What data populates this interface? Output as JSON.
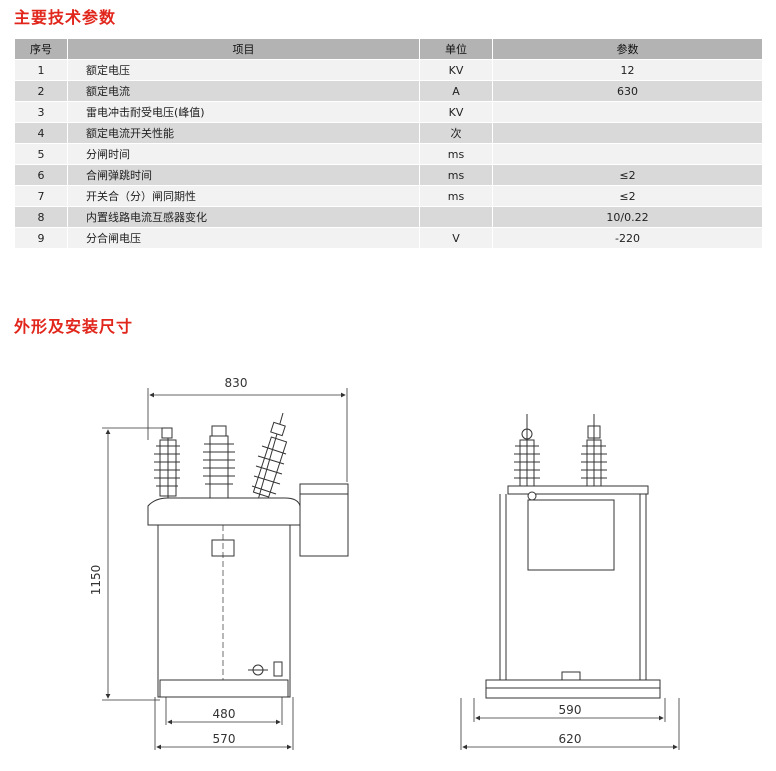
{
  "section1_title": "主要技术参数",
  "section2_title": "外形及安装尺寸",
  "table": {
    "headers": {
      "no": "序号",
      "item": "项目",
      "unit": "单位",
      "value": "参数"
    },
    "rows": [
      {
        "no": "1",
        "item": "额定电压",
        "unit": "KV",
        "value": "12"
      },
      {
        "no": "2",
        "item": "额定电流",
        "unit": "A",
        "value": "630"
      },
      {
        "no": "3",
        "item": "雷电冲击耐受电压(峰值)",
        "unit": "KV",
        "value": ""
      },
      {
        "no": "4",
        "item": "额定电流开关性能",
        "unit": "次",
        "value": ""
      },
      {
        "no": "5",
        "item": "分闸时间",
        "unit": "ms",
        "value": ""
      },
      {
        "no": "6",
        "item": "合闸弹跳时间",
        "unit": "ms",
        "value": "≤2"
      },
      {
        "no": "7",
        "item": "开关合（分）闸同期性",
        "unit": "ms",
        "value": "≤2"
      },
      {
        "no": "8",
        "item": "内置线路电流互感器变化",
        "unit": "",
        "value": "10/0.22"
      },
      {
        "no": "9",
        "item": "分合闸电压",
        "unit": "V",
        "value": "-220"
      }
    ]
  },
  "dimensions": {
    "front_width": "830",
    "front_height": "1150",
    "front_mount": "480",
    "front_base": "570",
    "side_mount": "590",
    "side_base": "620"
  }
}
